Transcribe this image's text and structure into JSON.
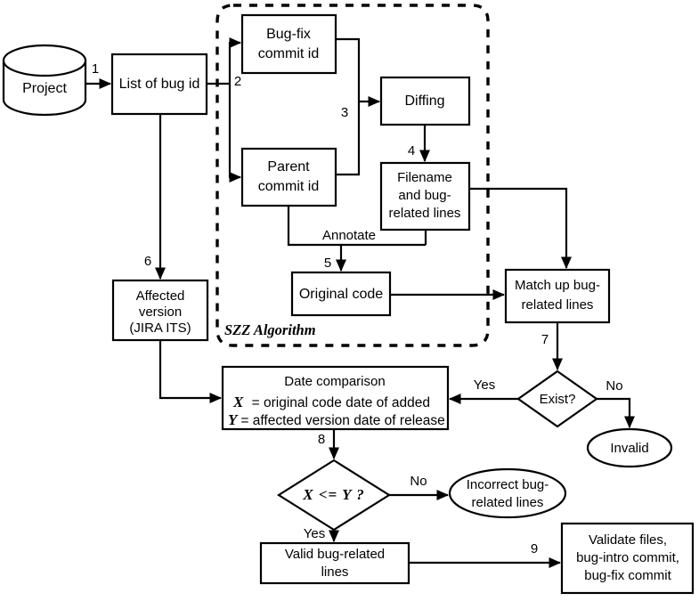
{
  "diagram": {
    "title": "SZZ Algorithm bug-related line validation flowchart",
    "group_label": "SZZ Algorithm",
    "nodes": {
      "project": {
        "label": "Project",
        "shape": "cylinder"
      },
      "bug_list": {
        "label": "List of bug id",
        "shape": "rect"
      },
      "bugfix_commit": {
        "line1": "Bug-fix",
        "line2": "commit id",
        "shape": "rect"
      },
      "parent_commit": {
        "line1": "Parent",
        "line2": "commit id",
        "shape": "rect"
      },
      "diffing": {
        "label": "Diffing",
        "shape": "rect"
      },
      "filename_lines": {
        "line1": "Filename",
        "line2": "and bug-",
        "line3": "related lines",
        "shape": "rect"
      },
      "original_code": {
        "label": "Original code",
        "shape": "rect"
      },
      "affected_version": {
        "line1": "Affected",
        "line2": "version",
        "line3": "(JIRA ITS)",
        "shape": "rect"
      },
      "match_up": {
        "line1": "Match up bug-",
        "line2": "related lines",
        "shape": "rect"
      },
      "date_comparison": {
        "line1": "Date comparison",
        "x_symbol": "X",
        "x_def": " = original code date of added",
        "y_symbol": "Y",
        "y_def": "= affected version date of release",
        "shape": "rect"
      },
      "exist_decision": {
        "label": "Exist?",
        "shape": "diamond"
      },
      "invalid": {
        "label": "Invalid",
        "shape": "ellipse"
      },
      "xy_decision": {
        "label": "X  <=  Y  ?",
        "shape": "diamond"
      },
      "incorrect_lines": {
        "line1": "Incorrect bug-",
        "line2": "related lines",
        "shape": "ellipse"
      },
      "valid_lines": {
        "line1": "Valid bug-related",
        "line2": "lines",
        "shape": "rect"
      },
      "validate_files": {
        "line1": "Validate files,",
        "line2": "bug-intro commit,",
        "line3": "bug-fix commit",
        "shape": "rect"
      }
    },
    "edge_labels": {
      "e1": "1",
      "e2": "2",
      "e3": "3",
      "e4": "4",
      "e5": "5",
      "e6": "6",
      "e7": "7",
      "e8": "8",
      "e9": "9",
      "annotate": "Annotate",
      "exist_yes": "Yes",
      "exist_no": "No",
      "xy_no": "No",
      "xy_yes": "Yes"
    },
    "colors": {
      "stroke": "#000000",
      "fill": "#ffffff",
      "background": "#ffffff"
    }
  }
}
